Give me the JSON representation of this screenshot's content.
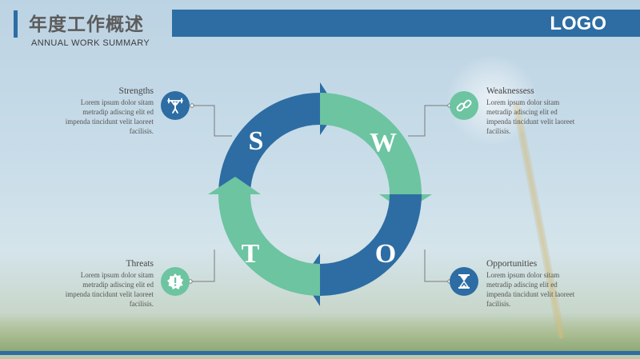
{
  "header": {
    "title": "年度工作概述",
    "subtitle": "ANNUAL  WORK SUMMARY",
    "logo": "LOGO"
  },
  "swot": {
    "letters": {
      "s": "S",
      "w": "W",
      "o": "O",
      "t": "T"
    },
    "strengths": {
      "title": "Strengths",
      "lines": [
        "Lorem ipsum dolor sitam",
        "metradip adiscing elit ed",
        "impenda tincidunt velit laoreet",
        "facilisis."
      ]
    },
    "weaknesses": {
      "title": "Weaknessess",
      "lines": [
        "Lorem ipsum dolor sitam",
        "metradip adiscing elit ed",
        "impenda tincidunt velit laoreet",
        "facilisis."
      ]
    },
    "threats": {
      "title": "Threats",
      "lines": [
        "Lorem ipsum dolor sitam",
        "metradip adiscing elit ed",
        "impenda tincidunt velit laoreet",
        "facilisis."
      ]
    },
    "opportunities": {
      "title": "Opportunities",
      "lines": [
        "Lorem ipsum dolor sitam",
        "metradip adiscing elit ed",
        "impenda tincidunt velit laoreet",
        "facilisis."
      ]
    }
  },
  "colors": {
    "blue": "#2d6da3",
    "green": "#6cc4a1",
    "text": "#555555"
  },
  "icons": {
    "strengths": "weightlifter-icon",
    "weaknesses": "broken-link-icon",
    "threats": "warning-badge-icon",
    "opportunities": "hourglass-icon"
  }
}
